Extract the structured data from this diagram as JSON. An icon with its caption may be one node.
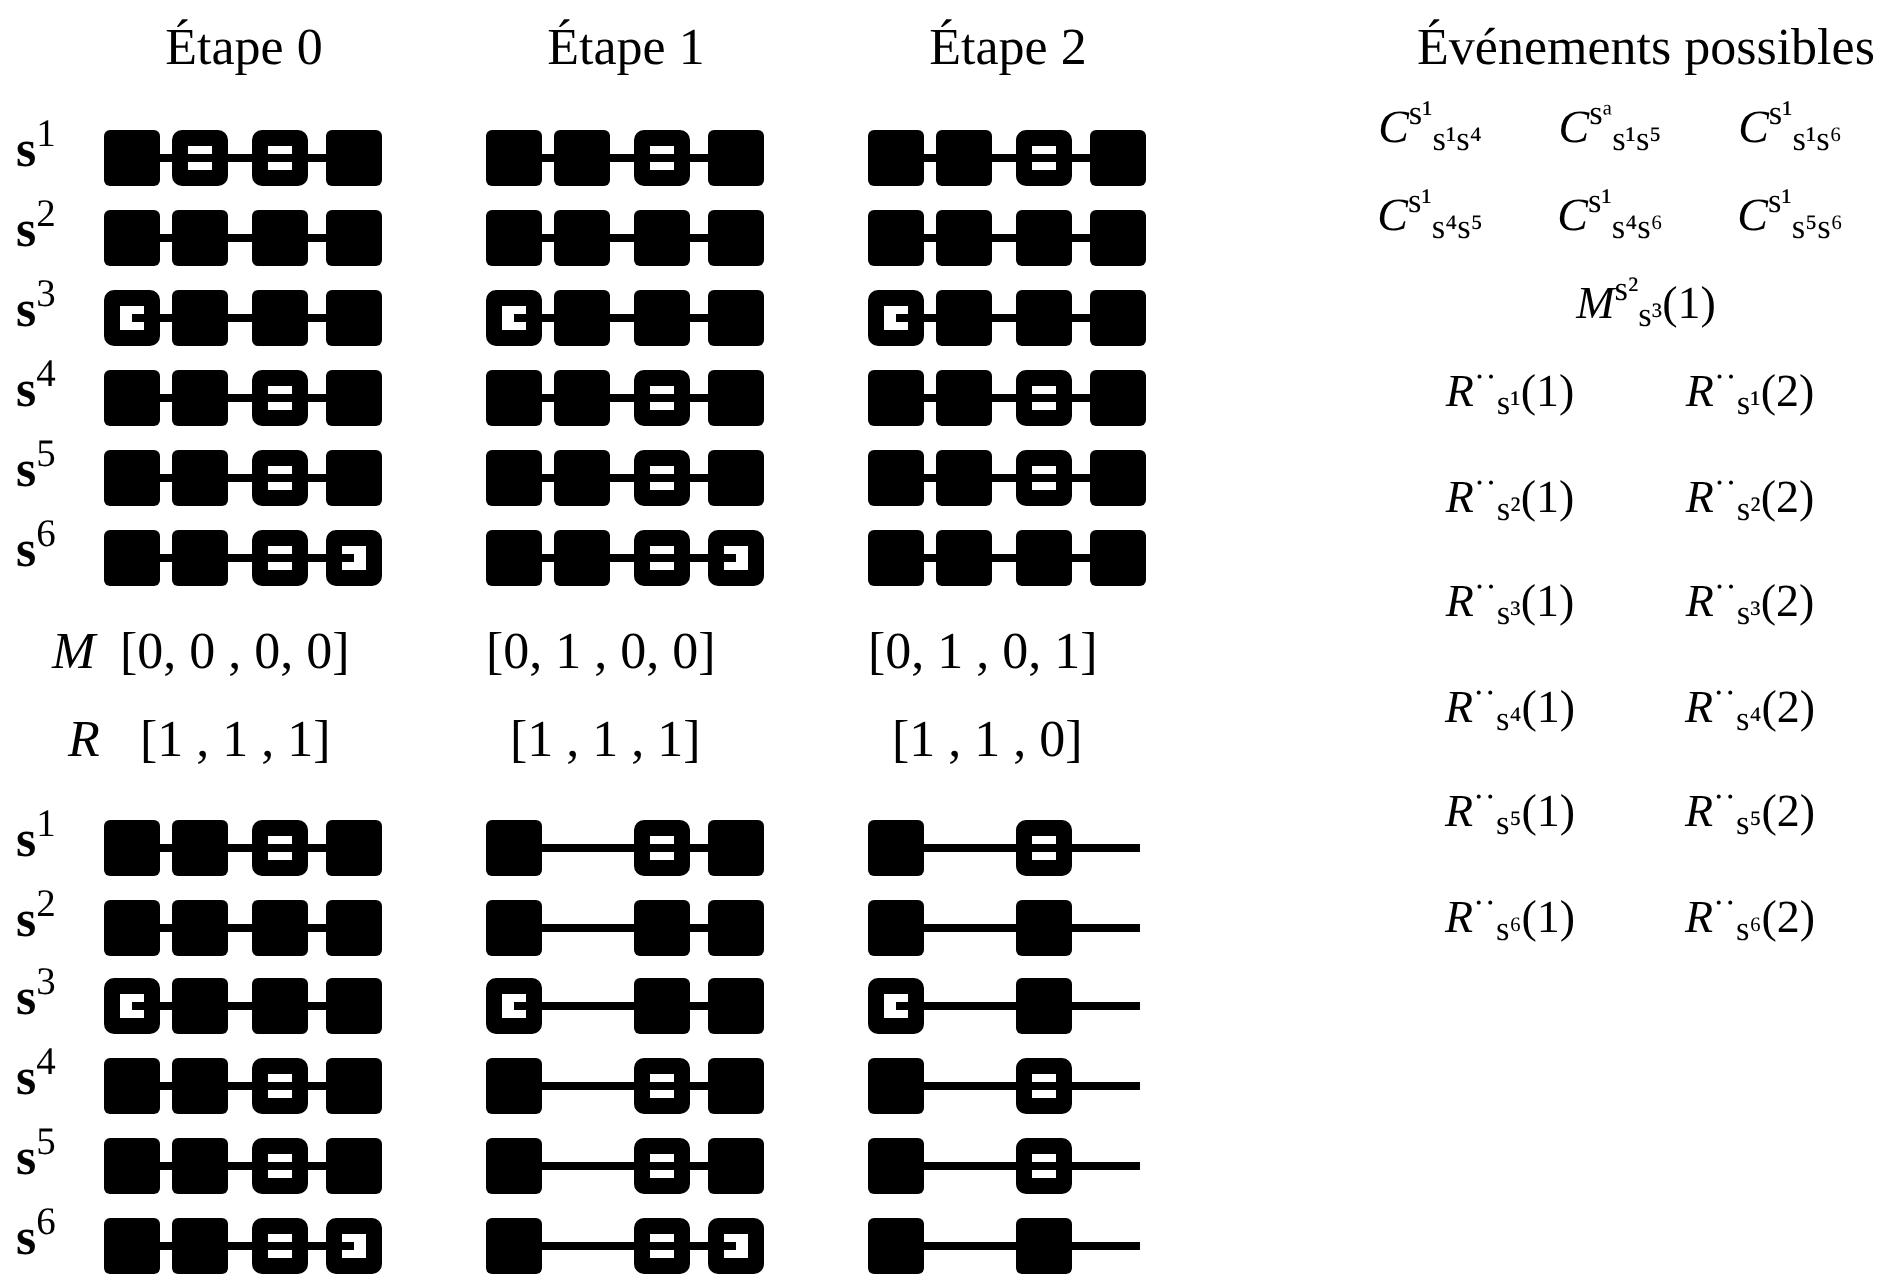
{
  "diagram": {
    "labels": [
      "Étape 0",
      "Étape 1",
      "Étape 2",
      "Événements possibles",
      "**s**$^{1}$",
      "**s**$^{2}$",
      "**s**$^{3}$",
      "**s**$^{4}$",
      "**s**$^{5}$",
      "**s**$^{6}$",
      "M",
      "[0, 0 , 0, 0]",
      "[0, 1 , 0, 0]",
      "[0, 1 , 0, 1]",
      "R",
      "[1 , 1 , 1]",
      "[1 , 1 , 1]",
      "[1 , 1 , 0]",
      "**s**$^{1}$",
      "**s**$^{2}$",
      "**s**$^{3}$",
      "**s**$^{4}$",
      "**s**$^{5}$",
      "**s**$^{6}$",
      "*C*$^{s¹}$$_{s¹s⁴}$",
      "*C*$^{sᵃ}$$_{s¹s⁵}$",
      "*C*$^{s¹}$$_{s¹s⁶}$",
      "*C*$^{s¹}$$_{s⁴s⁵}$",
      "*C*$^{s¹}$$_{s⁴s⁶}$",
      "*C*$^{s¹}$$_{s⁵s⁶}$",
      "*M*$^{s²}$$_{s³}$(1)",
      "*R*$^{··}$$_{s¹}$(1)",
      "*R*$^{··}$$_{s¹}$(2)",
      "*R*$^{··}$$_{s²}$(1)",
      "*R*$^{··}$$_{s²}$(2)",
      "*R*$^{··}$$_{s³}$(1)",
      "*R*$^{··}$$_{s³}$(2)",
      "*R*$^{··}$$_{s⁴}$(1)",
      "*R*$^{··}$$_{s⁴}$(2)",
      "*R*$^{··}$$_{s⁵}$(1)",
      "*R*$^{··}$$_{s⁵}$(2)",
      "*R*$^{··}$$_{s⁶}$(1)",
      "*R*$^{··}$$_{s⁶}$(2)"
    ]
  }
}
